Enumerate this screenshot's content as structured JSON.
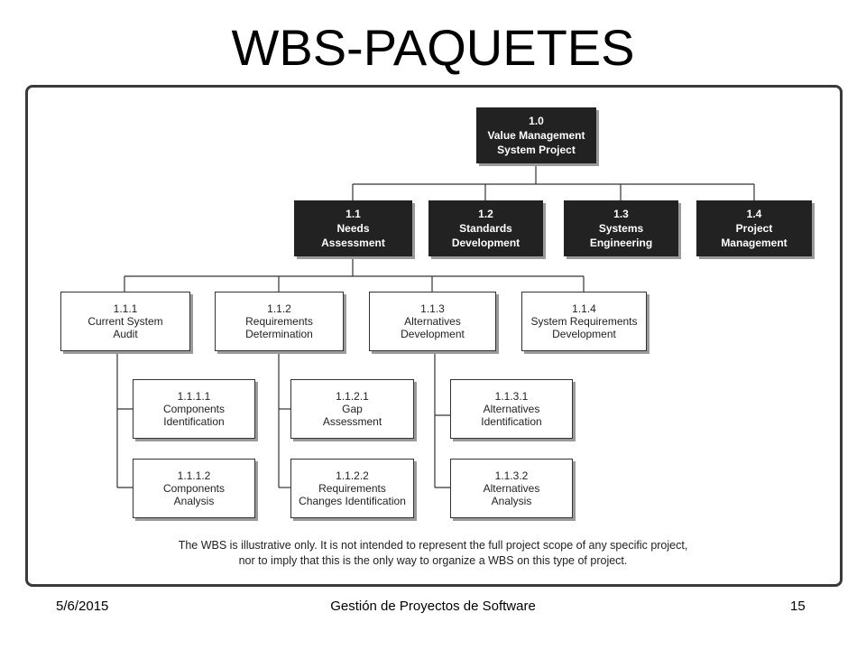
{
  "title": "WBS-PAQUETES",
  "wbs": {
    "root": {
      "code": "1.0",
      "label_1": "Value Management",
      "label_2": "System Project"
    },
    "level1": [
      {
        "code": "1.1",
        "label_1": "Needs",
        "label_2": "Assessment"
      },
      {
        "code": "1.2",
        "label_1": "Standards",
        "label_2": "Development"
      },
      {
        "code": "1.3",
        "label_1": "Systems",
        "label_2": "Engineering"
      },
      {
        "code": "1.4",
        "label_1": "Project",
        "label_2": "Management"
      }
    ],
    "level2": [
      {
        "code": "1.1.1",
        "label_1": "Current System",
        "label_2": "Audit"
      },
      {
        "code": "1.1.2",
        "label_1": "Requirements",
        "label_2": "Determination"
      },
      {
        "code": "1.1.3",
        "label_1": "Alternatives",
        "label_2": "Development"
      },
      {
        "code": "1.1.4",
        "label_1": "System Requirements",
        "label_2": "Development"
      }
    ],
    "level3": [
      {
        "code": "1.1.1.1",
        "label_1": "Components",
        "label_2": "Identification"
      },
      {
        "code": "1.1.1.2",
        "label_1": "Components",
        "label_2": "Analysis"
      },
      {
        "code": "1.1.2.1",
        "label_1": "Gap",
        "label_2": "Assessment"
      },
      {
        "code": "1.1.2.2",
        "label_1": "Requirements",
        "label_2": "Changes Identification"
      },
      {
        "code": "1.1.3.1",
        "label_1": "Alternatives",
        "label_2": "Identification"
      },
      {
        "code": "1.1.3.2",
        "label_1": "Alternatives",
        "label_2": "Analysis"
      }
    ]
  },
  "caption": {
    "line_1": "The WBS is illustrative only. It is not intended to represent the full project scope of any specific project,",
    "line_2": "nor to imply that this is the only way to organize a WBS on this type of project."
  },
  "footer": {
    "date": "5/6/2015",
    "course": "Gestión de Proyectos de Software",
    "page": "15"
  }
}
